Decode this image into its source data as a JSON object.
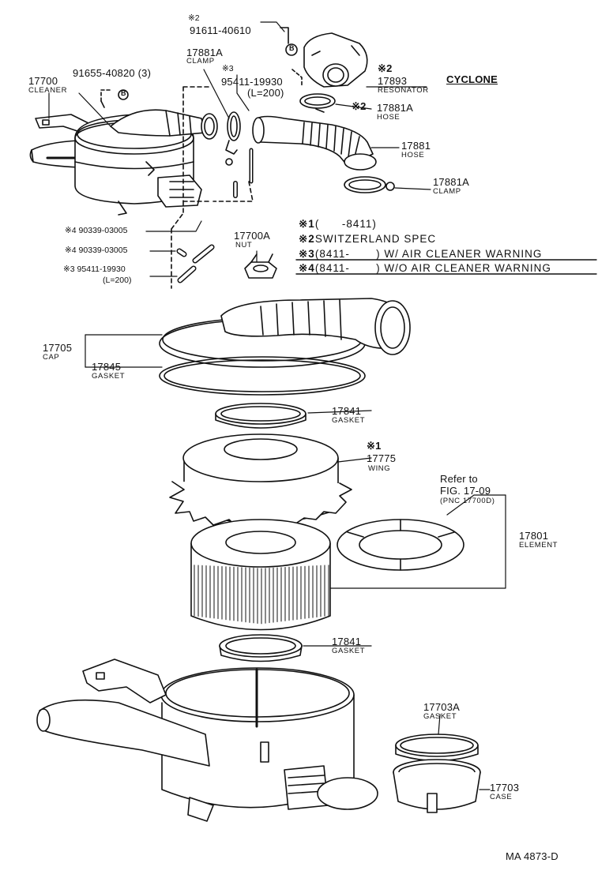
{
  "title": "CYCLONE",
  "figure_code": "MA 4873-D",
  "notes": [
    {
      "mark": "※1",
      "text": "(      -8411)"
    },
    {
      "mark": "※2",
      "text": "SWITZERLAND SPEC"
    },
    {
      "mark": "※3",
      "text": "(8411-       ) W/ AIR CLEANER WARNING"
    },
    {
      "mark": "※4",
      "text": "(8411-       ) W/O AIR CLEANER WARNING"
    }
  ],
  "parts": {
    "p17700": {
      "number": "17700",
      "name": "CLEANER"
    },
    "p91655": {
      "number": "91655-40820 (3)"
    },
    "p17881A_clamp_top": {
      "number": "17881A",
      "name": "CLAMP"
    },
    "p91611": {
      "mark": "※2",
      "number": "91611-40610"
    },
    "p95411_top": {
      "mark": "※3",
      "number": "95411-19930",
      "length": "(L=200)"
    },
    "p17893": {
      "mark": "※2",
      "number": "17893",
      "name": "RESONATOR"
    },
    "p17881A_hose": {
      "mark": "※2",
      "number": "17881A",
      "name": "HOSE"
    },
    "p17881": {
      "number": "17881",
      "name": "HOSE"
    },
    "p17881A_clamp_right": {
      "number": "17881A",
      "name": "CLAMP"
    },
    "p90339_a": {
      "number": "※4 90339-03005"
    },
    "p90339_b": {
      "number": "※4 90339-03005"
    },
    "p95411_bottom": {
      "number": "※3 95411-19930",
      "length": "(L=200)"
    },
    "p17700A": {
      "number": "17700A",
      "name": "NUT"
    },
    "p17705": {
      "number": "17705",
      "name": "CAP"
    },
    "p17845": {
      "number": "17845",
      "name": "GASKET"
    },
    "p17841_top": {
      "number": "17841",
      "name": "GASKET"
    },
    "p17775": {
      "mark": "※1",
      "number": "17775",
      "name": "WING"
    },
    "p17801": {
      "number": "17801",
      "name": "ELEMENT"
    },
    "p17841_bottom": {
      "number": "17841",
      "name": "GASKET"
    },
    "p17703A": {
      "number": "17703A",
      "name": "GASKET"
    },
    "p17703": {
      "number": "17703",
      "name": "CASE"
    }
  },
  "refer": {
    "line1": "Refer to",
    "line2": "FIG. 17-09",
    "line3": "(PNC 17700D)"
  },
  "callout_letter": "B"
}
